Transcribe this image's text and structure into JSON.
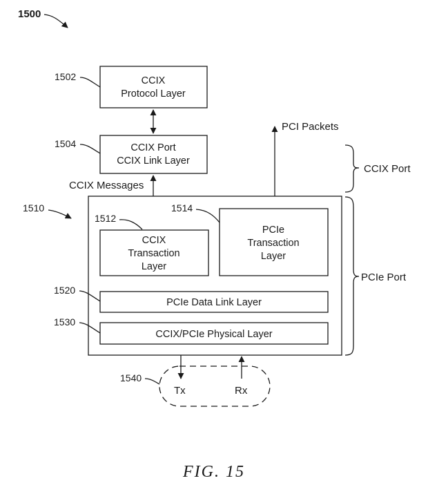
{
  "figure_number": "1500",
  "caption": "FIG. 15",
  "refs": {
    "protocol_layer": "1502",
    "port_link_layer": "1504",
    "pcie_port_block": "1510",
    "ccix_transaction": "1512",
    "pcie_transaction": "1514",
    "data_link": "1520",
    "physical": "1530",
    "txrx": "1540"
  },
  "boxes": {
    "protocol_layer": [
      "CCIX",
      "Protocol Layer"
    ],
    "port_link_layer": [
      "CCIX Port",
      "CCIX Link Layer"
    ],
    "ccix_transaction": [
      "CCIX",
      "Transaction",
      "Layer"
    ],
    "pcie_transaction": [
      "PCIe",
      "Transaction",
      "Layer"
    ],
    "data_link": "PCIe Data Link Layer",
    "physical": "CCIX/PCIe Physical Layer"
  },
  "labels": {
    "pci_packets": "PCI Packets",
    "ccix_messages": "CCIX Messages",
    "ccix_port": "CCIX Port",
    "pcie_port": "PCIe Port",
    "tx": "Tx",
    "rx": "Rx"
  }
}
